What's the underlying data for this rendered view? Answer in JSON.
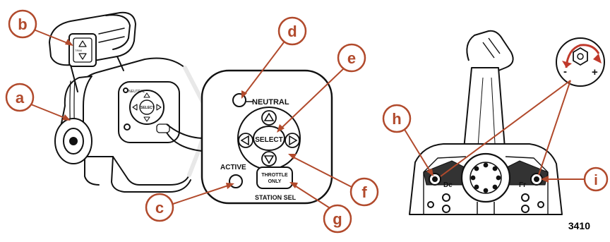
{
  "colors": {
    "callout_fill": "#ffffff",
    "callout_stroke": "#b14a2c",
    "callout_text": "#b14a2c",
    "leader": "#b14a2c",
    "line_art": "#111111",
    "shading": "#e8e8e8"
  },
  "callouts": {
    "a": "a",
    "b": "b",
    "c": "c",
    "d": "d",
    "e": "e",
    "f": "f",
    "g": "g",
    "h": "h",
    "i": "i"
  },
  "panel": {
    "neutral": "NEUTRAL",
    "select": "SELECT",
    "active": "ACTIVE",
    "throttle_only": "THROTTLE ONLY",
    "station_select": "STATION SEL",
    "small_neutral": "NEUTRAL",
    "small_select": "SELECT",
    "trim": "TRIM"
  },
  "adjuster": {
    "minus": "-",
    "plus": "+"
  },
  "lever_labels": {
    "detent": "De",
    "friction": "Fr"
  },
  "figure_number": "3410"
}
